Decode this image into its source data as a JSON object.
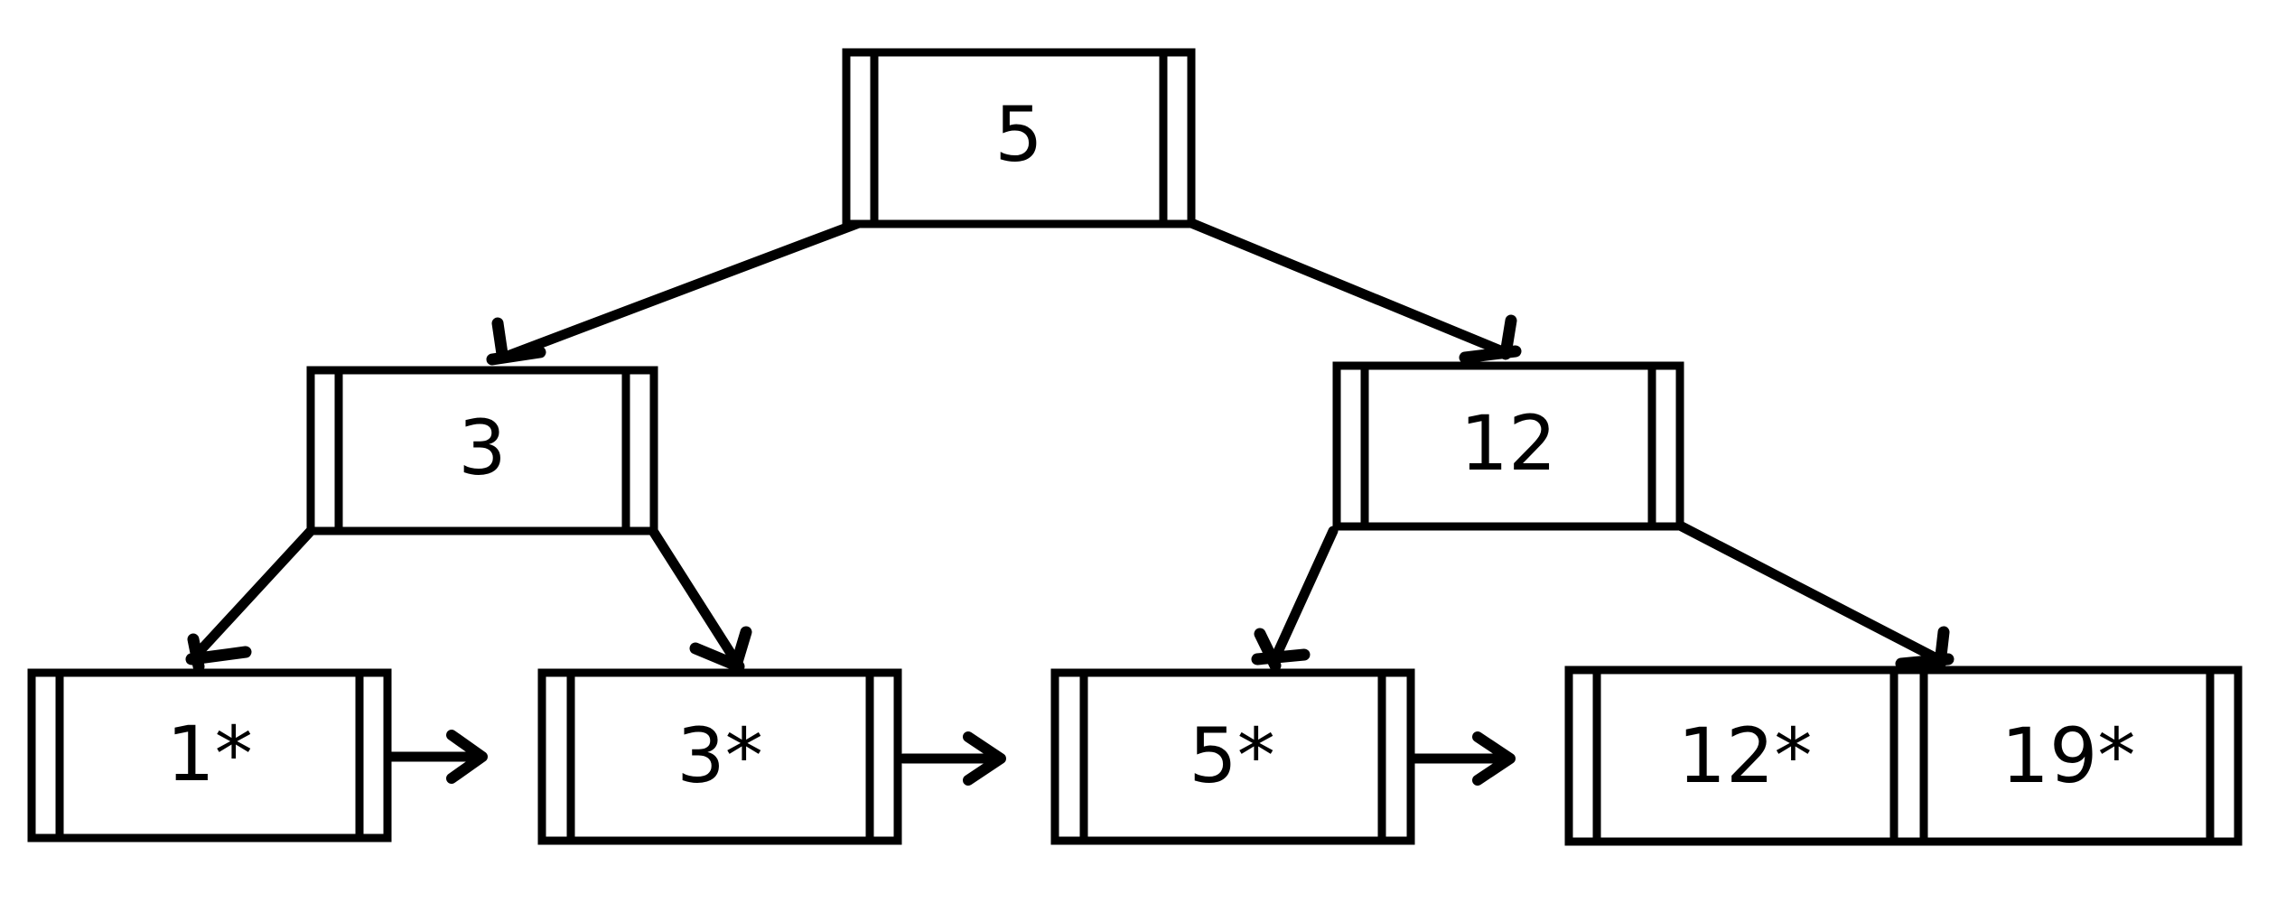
{
  "diagram": {
    "kind": "b-plus-tree",
    "background_color": "#ffffff",
    "stroke_color": "#000000",
    "levels": 3
  },
  "chart_data": {
    "type": "diagram",
    "title": "",
    "root": {
      "label": "root-node",
      "keys": [
        "5"
      ]
    },
    "internal": [
      {
        "label": "internal-node-left",
        "keys": [
          "3"
        ]
      },
      {
        "label": "internal-node-right",
        "keys": [
          "12"
        ]
      }
    ],
    "leaves": [
      {
        "label": "leaf-node-1",
        "entries": [
          "1*"
        ]
      },
      {
        "label": "leaf-node-2",
        "entries": [
          "3*"
        ]
      },
      {
        "label": "leaf-node-3",
        "entries": [
          "5*"
        ]
      },
      {
        "label": "leaf-node-4",
        "entries": [
          "12*",
          "19*"
        ]
      }
    ]
  },
  "nodes": {
    "root": {
      "key": "5"
    },
    "left_internal": {
      "key": "3"
    },
    "right_internal": {
      "key": "12"
    },
    "leaf1": {
      "key": "1*"
    },
    "leaf2": {
      "key": "3*"
    },
    "leaf3": {
      "key": "5*"
    },
    "leaf4_a": {
      "key": "12*"
    },
    "leaf4_b": {
      "key": "19*"
    }
  }
}
